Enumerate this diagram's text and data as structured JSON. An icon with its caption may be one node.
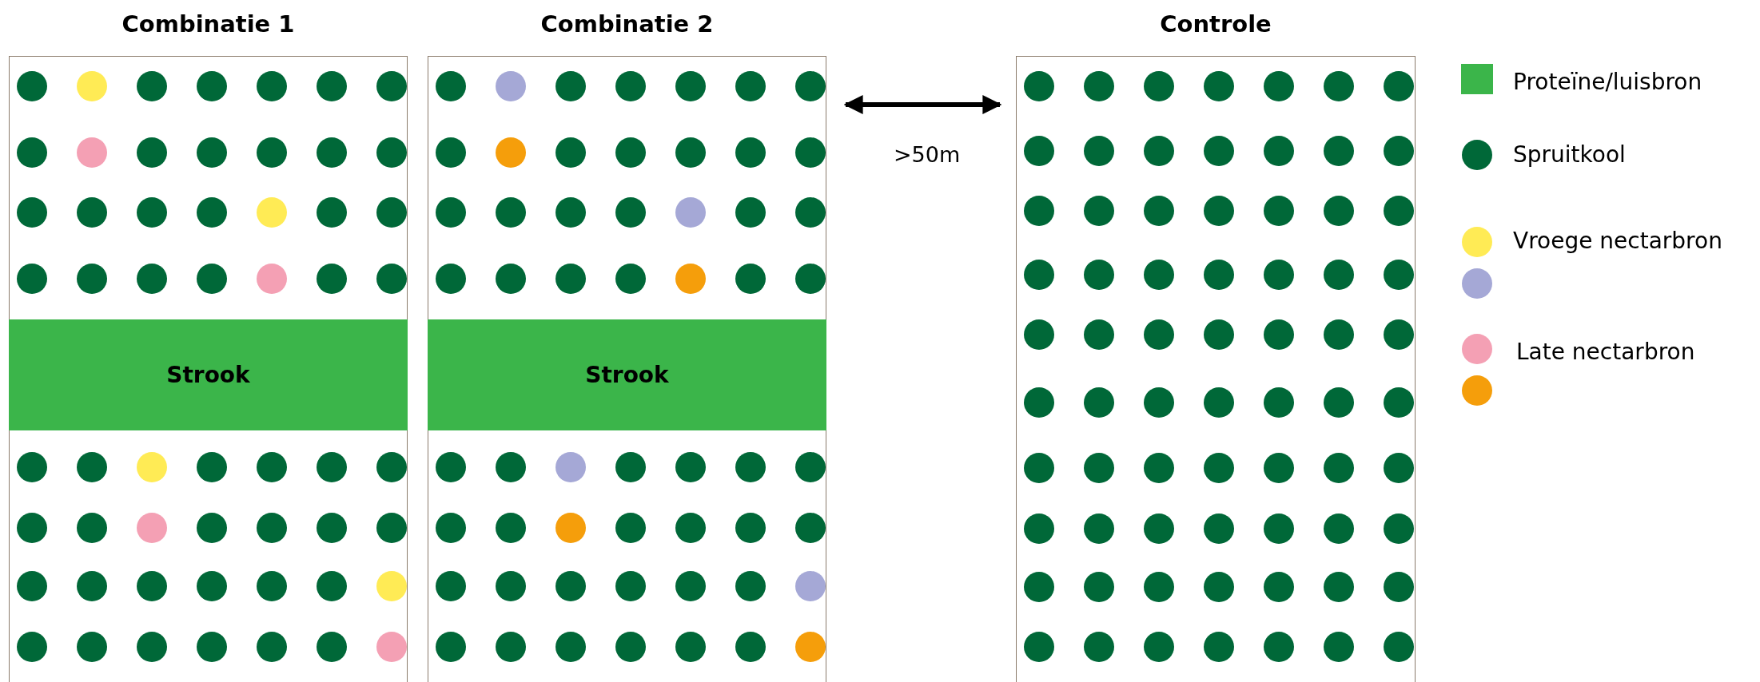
{
  "diagram": {
    "nodes": [
      {
        "text": [
          "Combinatie 1"
        ]
      },
      {
        "text": [
          "Strook"
        ],
        "in": 0
      },
      {
        "text": [
          "Combinatie 2"
        ]
      },
      {
        "text": [
          "Strook"
        ],
        "in": 2
      },
      {
        "text": [
          "Controle"
        ]
      }
    ],
    "edges": [
      {
        "from": 2,
        "to": 4,
        "arrow": "both",
        "label": ">50m"
      }
    ],
    "legend": [
      {
        "text": "Proteïne/luisbron",
        "color": "#3bb54a"
      },
      {
        "text": "Spruitkool",
        "color": "#006838"
      },
      {
        "text": "Vroege nectarbron",
        "color": "#ffeb55"
      },
      {
        "text": "Late nectarbron",
        "color": "#f4a0b4"
      }
    ]
  }
}
